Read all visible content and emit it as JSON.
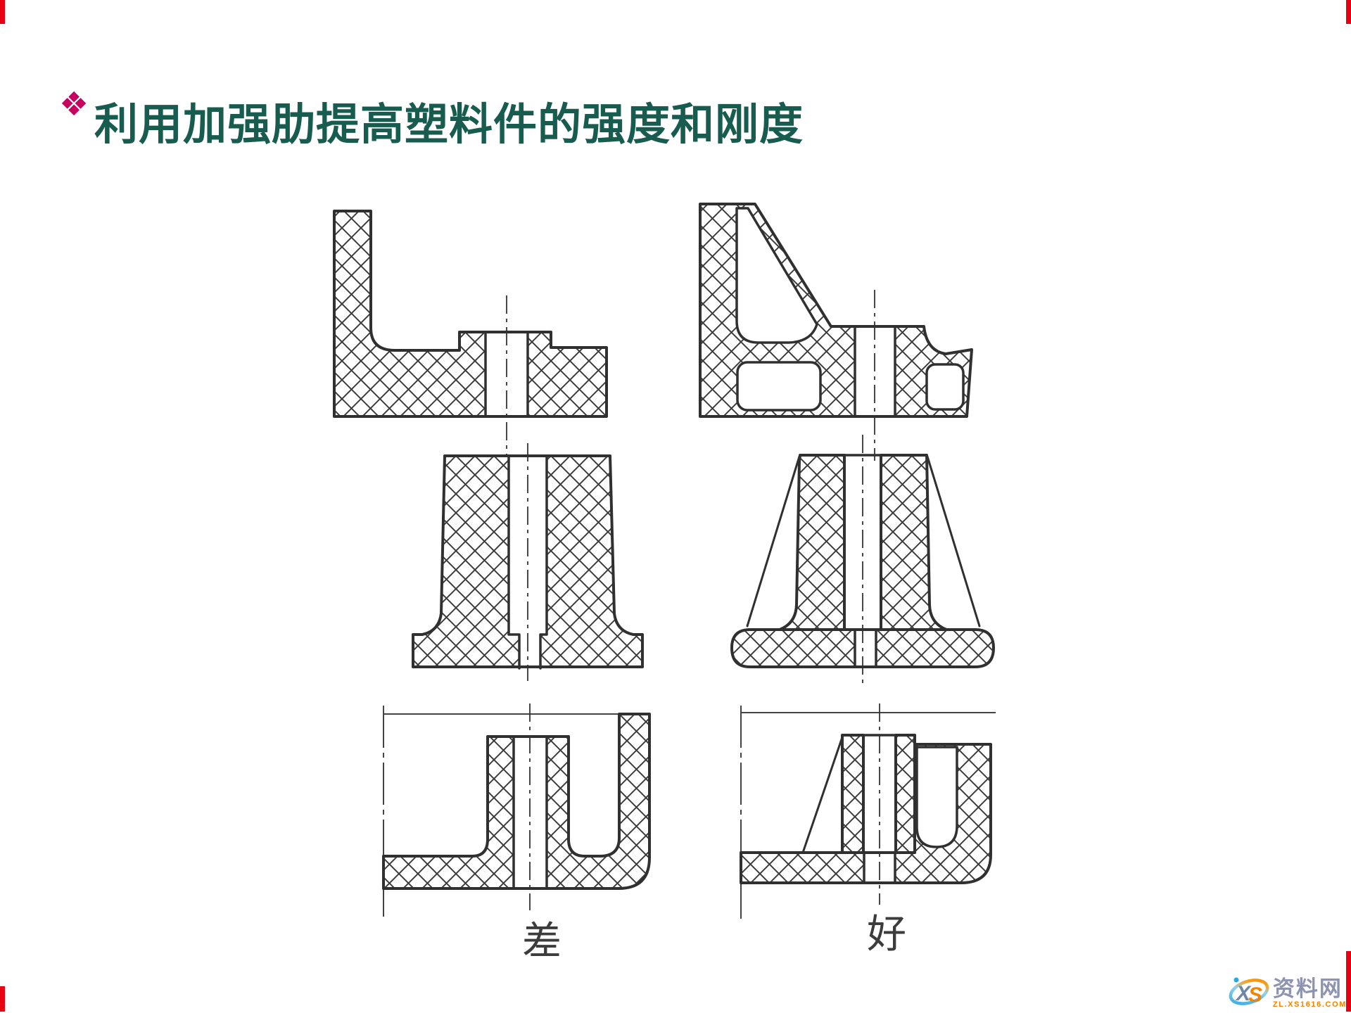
{
  "slide": {
    "bullet": "❖",
    "title": "利用加强肋提高塑料件的强度和刚度"
  },
  "figure": {
    "caption_left": "差",
    "caption_right": "好"
  },
  "watermark": {
    "logo_x": "X",
    "logo_s": "S",
    "site_name": "资料网",
    "site_url": "ZL.XS1616.COM"
  },
  "colors": {
    "title": "#185C50",
    "bullet": "#C7005F",
    "edge-mark": "#E60012",
    "wm-name": "#8E93B0",
    "wm-url": "#F08300"
  }
}
